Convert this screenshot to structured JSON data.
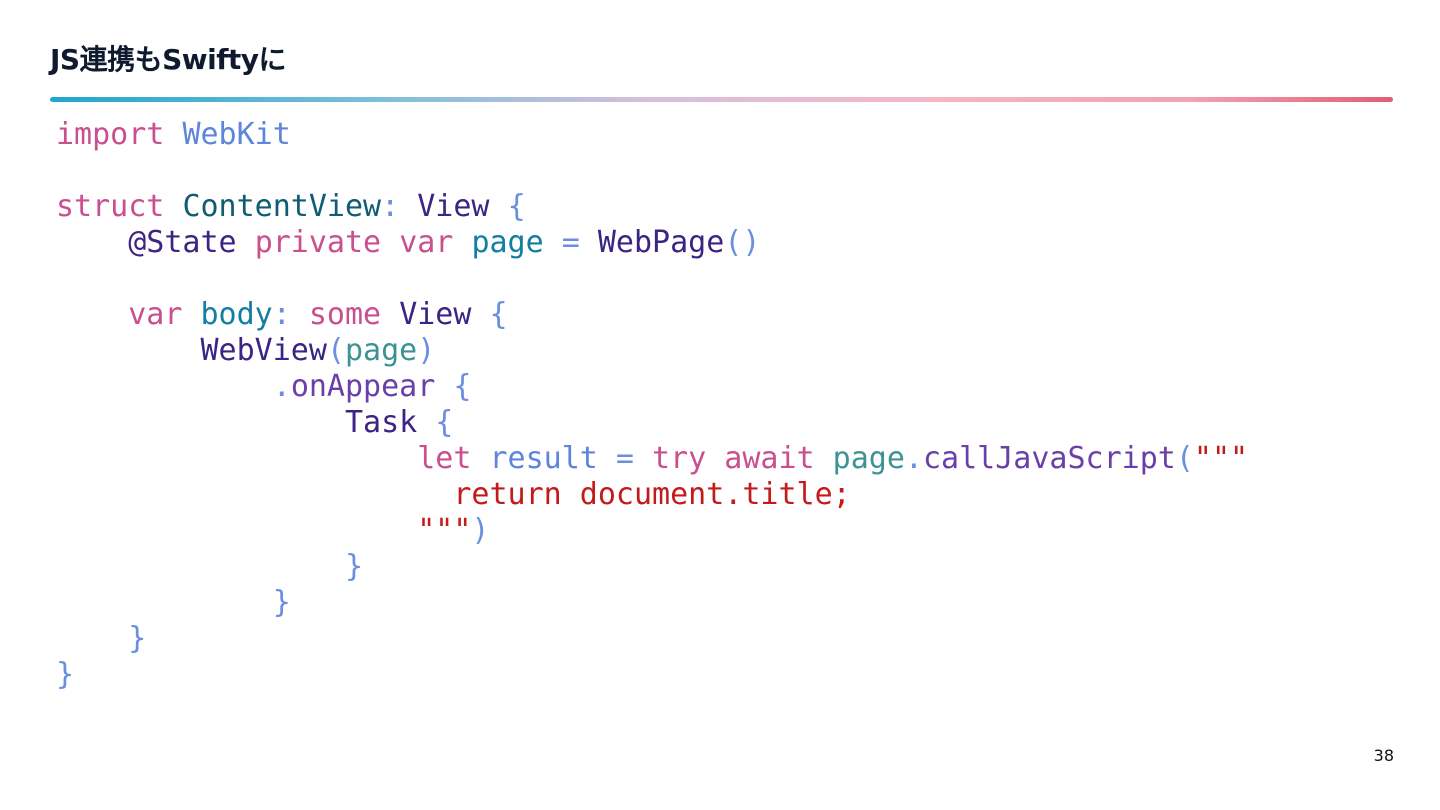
{
  "slide": {
    "title": "JS連携もSwiftyに",
    "page_number": "38"
  },
  "code": {
    "lines": [
      [
        {
          "t": "import",
          "c": "kw"
        },
        {
          "t": " ",
          "c": "plain"
        },
        {
          "t": "WebKit",
          "c": "mod"
        }
      ],
      [],
      [
        {
          "t": "struct",
          "c": "kw"
        },
        {
          "t": " ",
          "c": "plain"
        },
        {
          "t": "ContentView",
          "c": "decl"
        },
        {
          "t": ":",
          "c": "punc"
        },
        {
          "t": " ",
          "c": "plain"
        },
        {
          "t": "View",
          "c": "type"
        },
        {
          "t": " ",
          "c": "plain"
        },
        {
          "t": "{",
          "c": "punc"
        }
      ],
      [
        {
          "t": "    ",
          "c": "plain"
        },
        {
          "t": "@State",
          "c": "attr"
        },
        {
          "t": " ",
          "c": "plain"
        },
        {
          "t": "private",
          "c": "kw"
        },
        {
          "t": " ",
          "c": "plain"
        },
        {
          "t": "var",
          "c": "kw"
        },
        {
          "t": " ",
          "c": "plain"
        },
        {
          "t": "page",
          "c": "var"
        },
        {
          "t": " ",
          "c": "plain"
        },
        {
          "t": "=",
          "c": "punc"
        },
        {
          "t": " ",
          "c": "plain"
        },
        {
          "t": "WebPage",
          "c": "type"
        },
        {
          "t": "()",
          "c": "punc"
        }
      ],
      [],
      [
        {
          "t": "    ",
          "c": "plain"
        },
        {
          "t": "var",
          "c": "kw"
        },
        {
          "t": " ",
          "c": "plain"
        },
        {
          "t": "body",
          "c": "var"
        },
        {
          "t": ":",
          "c": "punc"
        },
        {
          "t": " ",
          "c": "plain"
        },
        {
          "t": "some",
          "c": "kw"
        },
        {
          "t": " ",
          "c": "plain"
        },
        {
          "t": "View",
          "c": "type"
        },
        {
          "t": " ",
          "c": "plain"
        },
        {
          "t": "{",
          "c": "punc"
        }
      ],
      [
        {
          "t": "        ",
          "c": "plain"
        },
        {
          "t": "WebView",
          "c": "type"
        },
        {
          "t": "(",
          "c": "punc"
        },
        {
          "t": "page",
          "c": "arg"
        },
        {
          "t": ")",
          "c": "punc"
        }
      ],
      [
        {
          "t": "            ",
          "c": "plain"
        },
        {
          "t": ".",
          "c": "punc"
        },
        {
          "t": "onAppear",
          "c": "call"
        },
        {
          "t": " ",
          "c": "plain"
        },
        {
          "t": "{",
          "c": "punc"
        }
      ],
      [
        {
          "t": "                ",
          "c": "plain"
        },
        {
          "t": "Task",
          "c": "type"
        },
        {
          "t": " ",
          "c": "plain"
        },
        {
          "t": "{",
          "c": "punc"
        }
      ],
      [
        {
          "t": "                    ",
          "c": "plain"
        },
        {
          "t": "let",
          "c": "kw"
        },
        {
          "t": " ",
          "c": "plain"
        },
        {
          "t": "result",
          "c": "mod"
        },
        {
          "t": " ",
          "c": "plain"
        },
        {
          "t": "=",
          "c": "punc"
        },
        {
          "t": " ",
          "c": "plain"
        },
        {
          "t": "try",
          "c": "kw"
        },
        {
          "t": " ",
          "c": "plain"
        },
        {
          "t": "await",
          "c": "kw"
        },
        {
          "t": " ",
          "c": "plain"
        },
        {
          "t": "page",
          "c": "arg"
        },
        {
          "t": ".",
          "c": "punc"
        },
        {
          "t": "callJavaScript",
          "c": "call"
        },
        {
          "t": "(",
          "c": "punc"
        },
        {
          "t": "\"\"\"",
          "c": "str"
        }
      ],
      [
        {
          "t": "                      ",
          "c": "plain"
        },
        {
          "t": "return document.title;",
          "c": "str"
        }
      ],
      [
        {
          "t": "                    ",
          "c": "plain"
        },
        {
          "t": "\"\"\"",
          "c": "str"
        },
        {
          "t": ")",
          "c": "punc"
        }
      ],
      [
        {
          "t": "                ",
          "c": "plain"
        },
        {
          "t": "}",
          "c": "punc"
        }
      ],
      [
        {
          "t": "            ",
          "c": "plain"
        },
        {
          "t": "}",
          "c": "punc"
        }
      ],
      [
        {
          "t": "    ",
          "c": "plain"
        },
        {
          "t": "}",
          "c": "punc"
        }
      ],
      [
        {
          "t": "}",
          "c": "punc"
        }
      ]
    ]
  }
}
